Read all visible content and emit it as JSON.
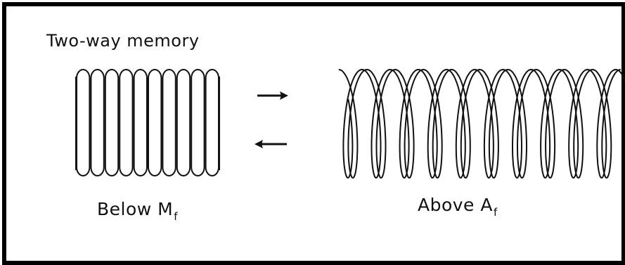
{
  "figure": {
    "title": "Two-way memory",
    "left_state": {
      "label_main": "Below M",
      "label_sub": "f"
    },
    "right_state": {
      "label_main": "Above A",
      "label_sub": "f"
    },
    "colors": {
      "line": "#111111",
      "border": "#000000",
      "background": "#ffffff"
    },
    "arrows": [
      "arrow-right",
      "arrow-left"
    ]
  }
}
